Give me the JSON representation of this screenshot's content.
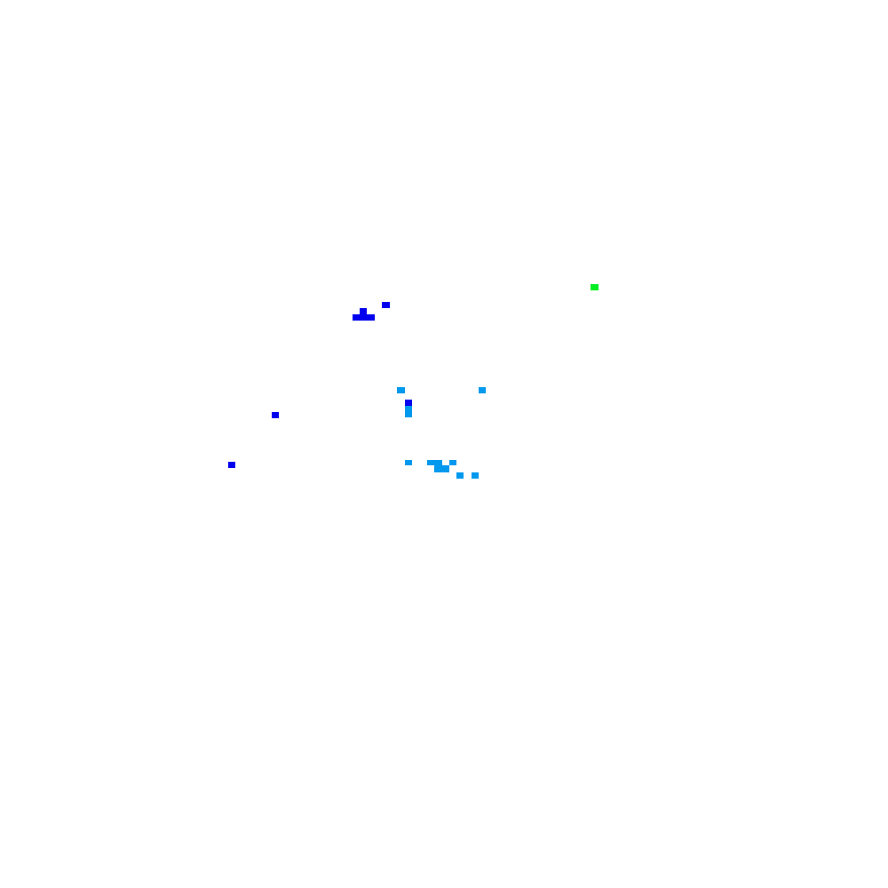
{
  "palette": {
    "background": "#ffffff",
    "dark_blue": "#0000ee",
    "light_blue": "#0099ee",
    "green": "#00ee22"
  },
  "markers": [
    {
      "color": "green"
    },
    {
      "color": "dark_blue"
    },
    {
      "color": "dark_blue"
    },
    {
      "color": "dark_blue"
    },
    {
      "color": "dark_blue"
    },
    {
      "color": "light_blue"
    },
    {
      "color": "light_blue"
    },
    {
      "color": "dark_blue"
    },
    {
      "color": "light_blue"
    },
    {
      "color": "dark_blue"
    },
    {
      "color": "dark_blue"
    },
    {
      "color": "light_blue"
    },
    {
      "color": "light_blue"
    },
    {
      "color": "light_blue"
    },
    {
      "color": "light_blue"
    },
    {
      "color": "light_blue"
    },
    {
      "color": "light_blue"
    },
    {
      "color": "light_blue"
    }
  ]
}
